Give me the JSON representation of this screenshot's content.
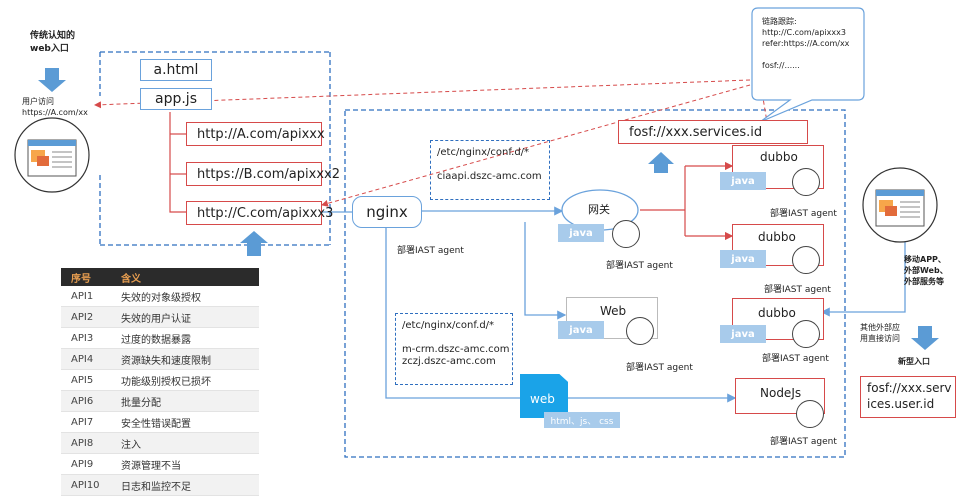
{
  "left": {
    "traditional_entry": "传统认知的\nweb入口",
    "user_access": "用户访问\nhttps://A.com/xx"
  },
  "frontend": {
    "file_html": "a.html",
    "file_js": "app.js",
    "api_a": "http://A.com/apixxx",
    "api_b": "https://B.com/apixxx2",
    "api_c": "http://C.com/apixxx3"
  },
  "table": {
    "headers": [
      "序号",
      "含义"
    ],
    "rows": [
      [
        "API1",
        "失效的对象级授权"
      ],
      [
        "API2",
        "失效的用户认证"
      ],
      [
        "API3",
        "过度的数据暴露"
      ],
      [
        "API4",
        "资源缺失和速度限制"
      ],
      [
        "API5",
        "功能级别授权已损坏"
      ],
      [
        "API6",
        "批量分配"
      ],
      [
        "API7",
        "安全性错误配置"
      ],
      [
        "API8",
        "注入"
      ],
      [
        "API9",
        "资源管理不当"
      ],
      [
        "API10",
        "日志和监控不足"
      ]
    ]
  },
  "backend": {
    "nginx": "nginx",
    "nginx_agent": "部署IAST agent",
    "conf_top": "/etc/nginx/conf.d/*\n\nciaapi.dszc-amc.com",
    "conf_bottom": "/etc/nginx/conf.d/*\n\nm-crm.dszc-amc.com\nzczj.dszc-amc.com",
    "gateway": "网关",
    "web_service": "Web",
    "web_static": "web",
    "web_static_sub": "html、js、 css",
    "fosf_top": "fosf://xxx.services.id",
    "dubbo1": "dubbo",
    "dubbo2": "dubbo",
    "dubbo3": "dubbo",
    "nodejs": "NodeJs",
    "java": "java",
    "agent": "部署IAST agent"
  },
  "callout": {
    "title": "链路跟踪:",
    "line1": "http://C.com/apixxx3",
    "line2": "refer:https://A.com/xx",
    "line3": "fosf://......"
  },
  "right": {
    "mobile_access": "移动APP、\n外部Web、\n外部服务等",
    "external_direct": "其他外部应\n用直接访问",
    "new_entry": "新型入口",
    "fosf_bottom": "fosf://xxx.serv\nices.user.id"
  },
  "colors": {
    "red": "#d64a4a",
    "blue": "#2f6fbf",
    "light_blue": "#6aa2dc",
    "java_bg": "#a8cbeb",
    "table_header_bg": "#2b2b2b",
    "table_header_text": "#e89e50",
    "arrow_blue": "#5b9bd5"
  }
}
